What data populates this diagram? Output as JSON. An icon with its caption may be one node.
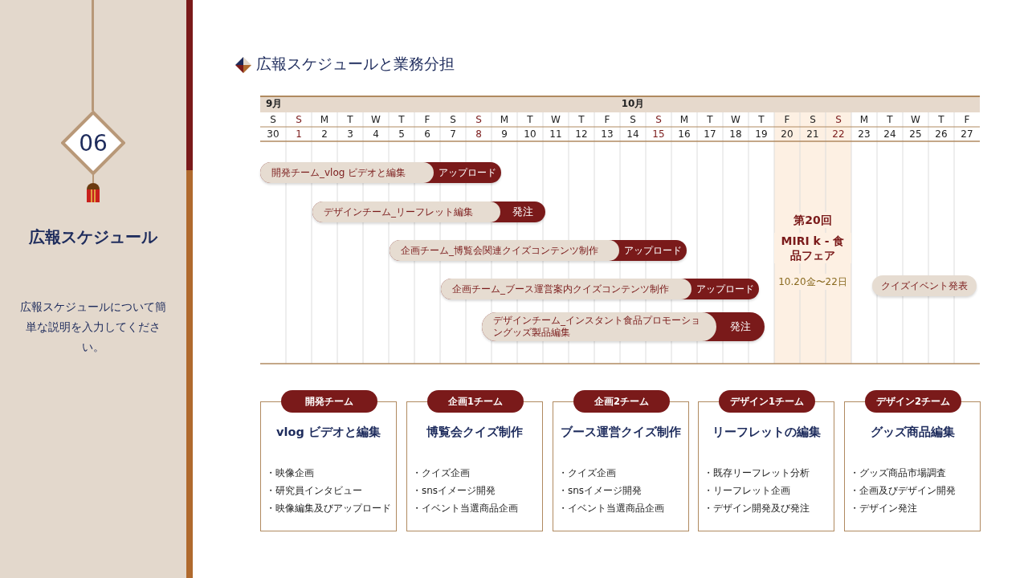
{
  "diagram": {
    "title": "広報スケジュールと業務分担",
    "nodes": [
      {
        "text": [
          "06"
        ]
      },
      {
        "text": [
          "開発チーム_vlog ビデオと編集",
          "アップロード"
        ]
      },
      {
        "text": [
          "デザインチーム_リーフレット編集",
          "発注"
        ]
      },
      {
        "text": [
          "企画チーム_博覧会関連クイズコンテンツ制作",
          "アップロード"
        ]
      },
      {
        "text": [
          "企画チーム_ブース運営案内クイズコンテンツ制作",
          "アップロード"
        ]
      },
      {
        "text": [
          "デザインチーム_インスタント食品プロモーショングッズ製品編集",
          "発注"
        ]
      },
      {
        "text": [
          "第20回",
          "MIRI k - 食品フェア",
          "10.20金〜22日"
        ]
      },
      {
        "text": [
          "クイズイベント発表"
        ]
      },
      {
        "text": [
          "開発チーム",
          "vlog ビデオと編集",
          "・映像企画",
          "・研究員インタビュー",
          "・映像編集及びアップロード"
        ]
      },
      {
        "text": [
          "企画1チーム",
          "博覧会クイズ制作",
          "・クイズ企画",
          "・snsイメージ開発",
          "・イベント当選商品企画"
        ]
      },
      {
        "text": [
          "企画2チーム",
          "ブース運営クイズ制作",
          "・クイズ企画",
          "・snsイメージ開発",
          "・イベント当選商品企画"
        ]
      },
      {
        "text": [
          "デザイン1チーム",
          "リーフレットの編集",
          "・既存リーフレット分析",
          "・リーフレット企画",
          "・デザイン開発及び発注"
        ]
      },
      {
        "text": [
          "デザイン2チーム",
          "グッズ商品編集",
          "・グッズ商品市場調査",
          "・企画及びデザイン開発",
          "・デザイン発注"
        ]
      }
    ],
    "edges": [],
    "labels": [
      "広報スケジュール",
      "広報スケジュールについて簡単な説明を入力してください。",
      "9月",
      "10月",
      "S",
      "S",
      "M",
      "T",
      "W",
      "T",
      "F",
      "S",
      "S",
      "M",
      "T",
      "W",
      "T",
      "F",
      "S",
      "S",
      "M",
      "T",
      "W",
      "T",
      "F",
      "S",
      "S",
      "M",
      "T",
      "W",
      "T",
      "F",
      "30",
      "1",
      "2",
      "3",
      "4",
      "5",
      "6",
      "7",
      "8",
      "9",
      "10",
      "11",
      "12",
      "13",
      "14",
      "15",
      "16",
      "17",
      "18",
      "19",
      "20",
      "21",
      "22",
      "23",
      "24",
      "25",
      "26",
      "27"
    ]
  }
}
